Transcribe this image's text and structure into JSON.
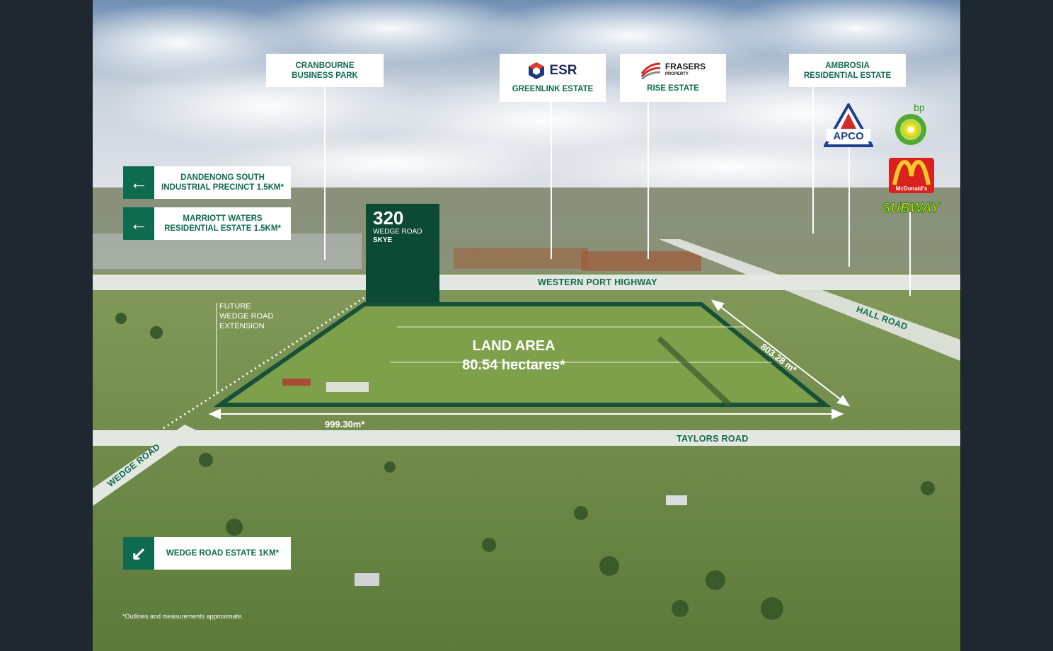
{
  "top_labels": [
    {
      "id": "cranbourne",
      "lines": [
        "CRANBOURNE",
        "BUSINESS PARK"
      ]
    },
    {
      "id": "esr",
      "logo": "ESR",
      "caption": "GREENLINK ESTATE"
    },
    {
      "id": "frasers",
      "logo_line1": "FRASERS",
      "logo_line2": "PROPERTY",
      "caption": "RISE ESTATE"
    },
    {
      "id": "ambrosia",
      "lines": [
        "AMBROSIA",
        "RESIDENTIAL ESTATE"
      ]
    }
  ],
  "side_cards": [
    {
      "arrow": "←",
      "lines": [
        "DANDENONG SOUTH",
        "INDUSTRIAL PRECINCT 1.5KM*"
      ]
    },
    {
      "arrow": "←",
      "lines": [
        "MARRIOTT WATERS",
        "RESIDENTIAL ESTATE 1.5KM*"
      ]
    },
    {
      "arrow": "↙",
      "lines": [
        "WEDGE ROAD ESTATE 1KM*"
      ]
    }
  ],
  "lot": {
    "number": "320",
    "road": "WEDGE ROAD",
    "suburb": "SKYE"
  },
  "land": {
    "title": "LAND AREA",
    "area": "80.54 hectares*"
  },
  "dimensions": {
    "width": "999.30m*",
    "depth": "803.28 m*"
  },
  "roads": {
    "western_port": "WESTERN PORT HIGHWAY",
    "taylors": "TAYLORS ROAD",
    "hall": "HALL ROAD",
    "wedge": "WEDGE ROAD"
  },
  "future": [
    "FUTURE",
    "WEDGE ROAD",
    "EXTENSION"
  ],
  "brands": {
    "apco": "APCO",
    "bp": "bp",
    "mcdonalds": "McDonald's",
    "subway": "SUBWAY"
  },
  "footnote": "*Outlines and measurements approximate.",
  "colors": {
    "brand_green": "#0f6b4f",
    "badge_green": "#0d4a36",
    "frame": "#1f2730"
  }
}
